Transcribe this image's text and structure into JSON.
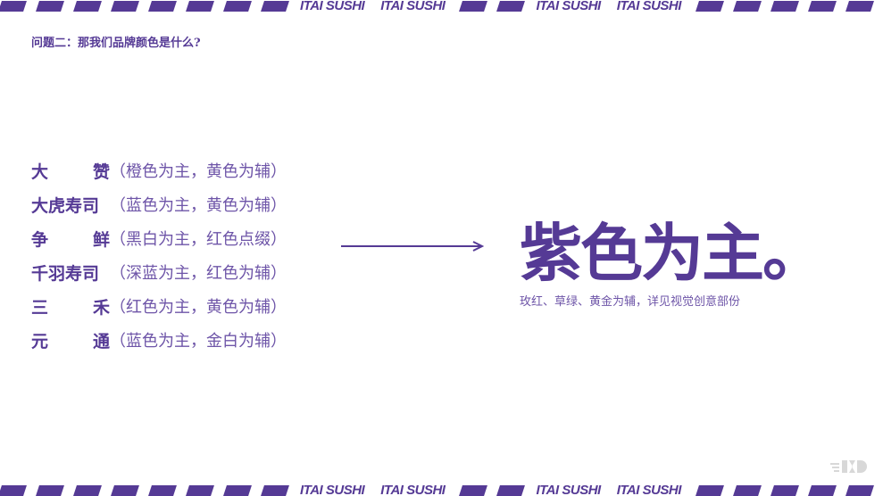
{
  "brand_band": {
    "text": "ITAI SUSHI"
  },
  "question": "问题二：那我们品牌颜色是什么?",
  "competitors": [
    {
      "name_a": "大",
      "name_b": "赞",
      "desc": "（橙色为主，黄色为辅）"
    },
    {
      "name_a": "大虎寿司",
      "name_b": "",
      "desc": "（蓝色为主，黄色为辅）"
    },
    {
      "name_a": "争",
      "name_b": "鲜",
      "desc": "（黑白为主，红色点缀）"
    },
    {
      "name_a": "千羽寿司",
      "name_b": "",
      "desc": "（深蓝为主，红色为辅）"
    },
    {
      "name_a": "三",
      "name_b": "禾",
      "desc": "（红色为主，黄色为辅）"
    },
    {
      "name_a": "元",
      "name_b": "通",
      "desc": "（蓝色为主，金白为辅）"
    }
  ],
  "conclusion": {
    "title": "紫色为主。",
    "subtitle": "玫红、草绿、黄金为辅，详见视觉创意部份"
  },
  "colors": {
    "brand_purple": "#553a95"
  }
}
